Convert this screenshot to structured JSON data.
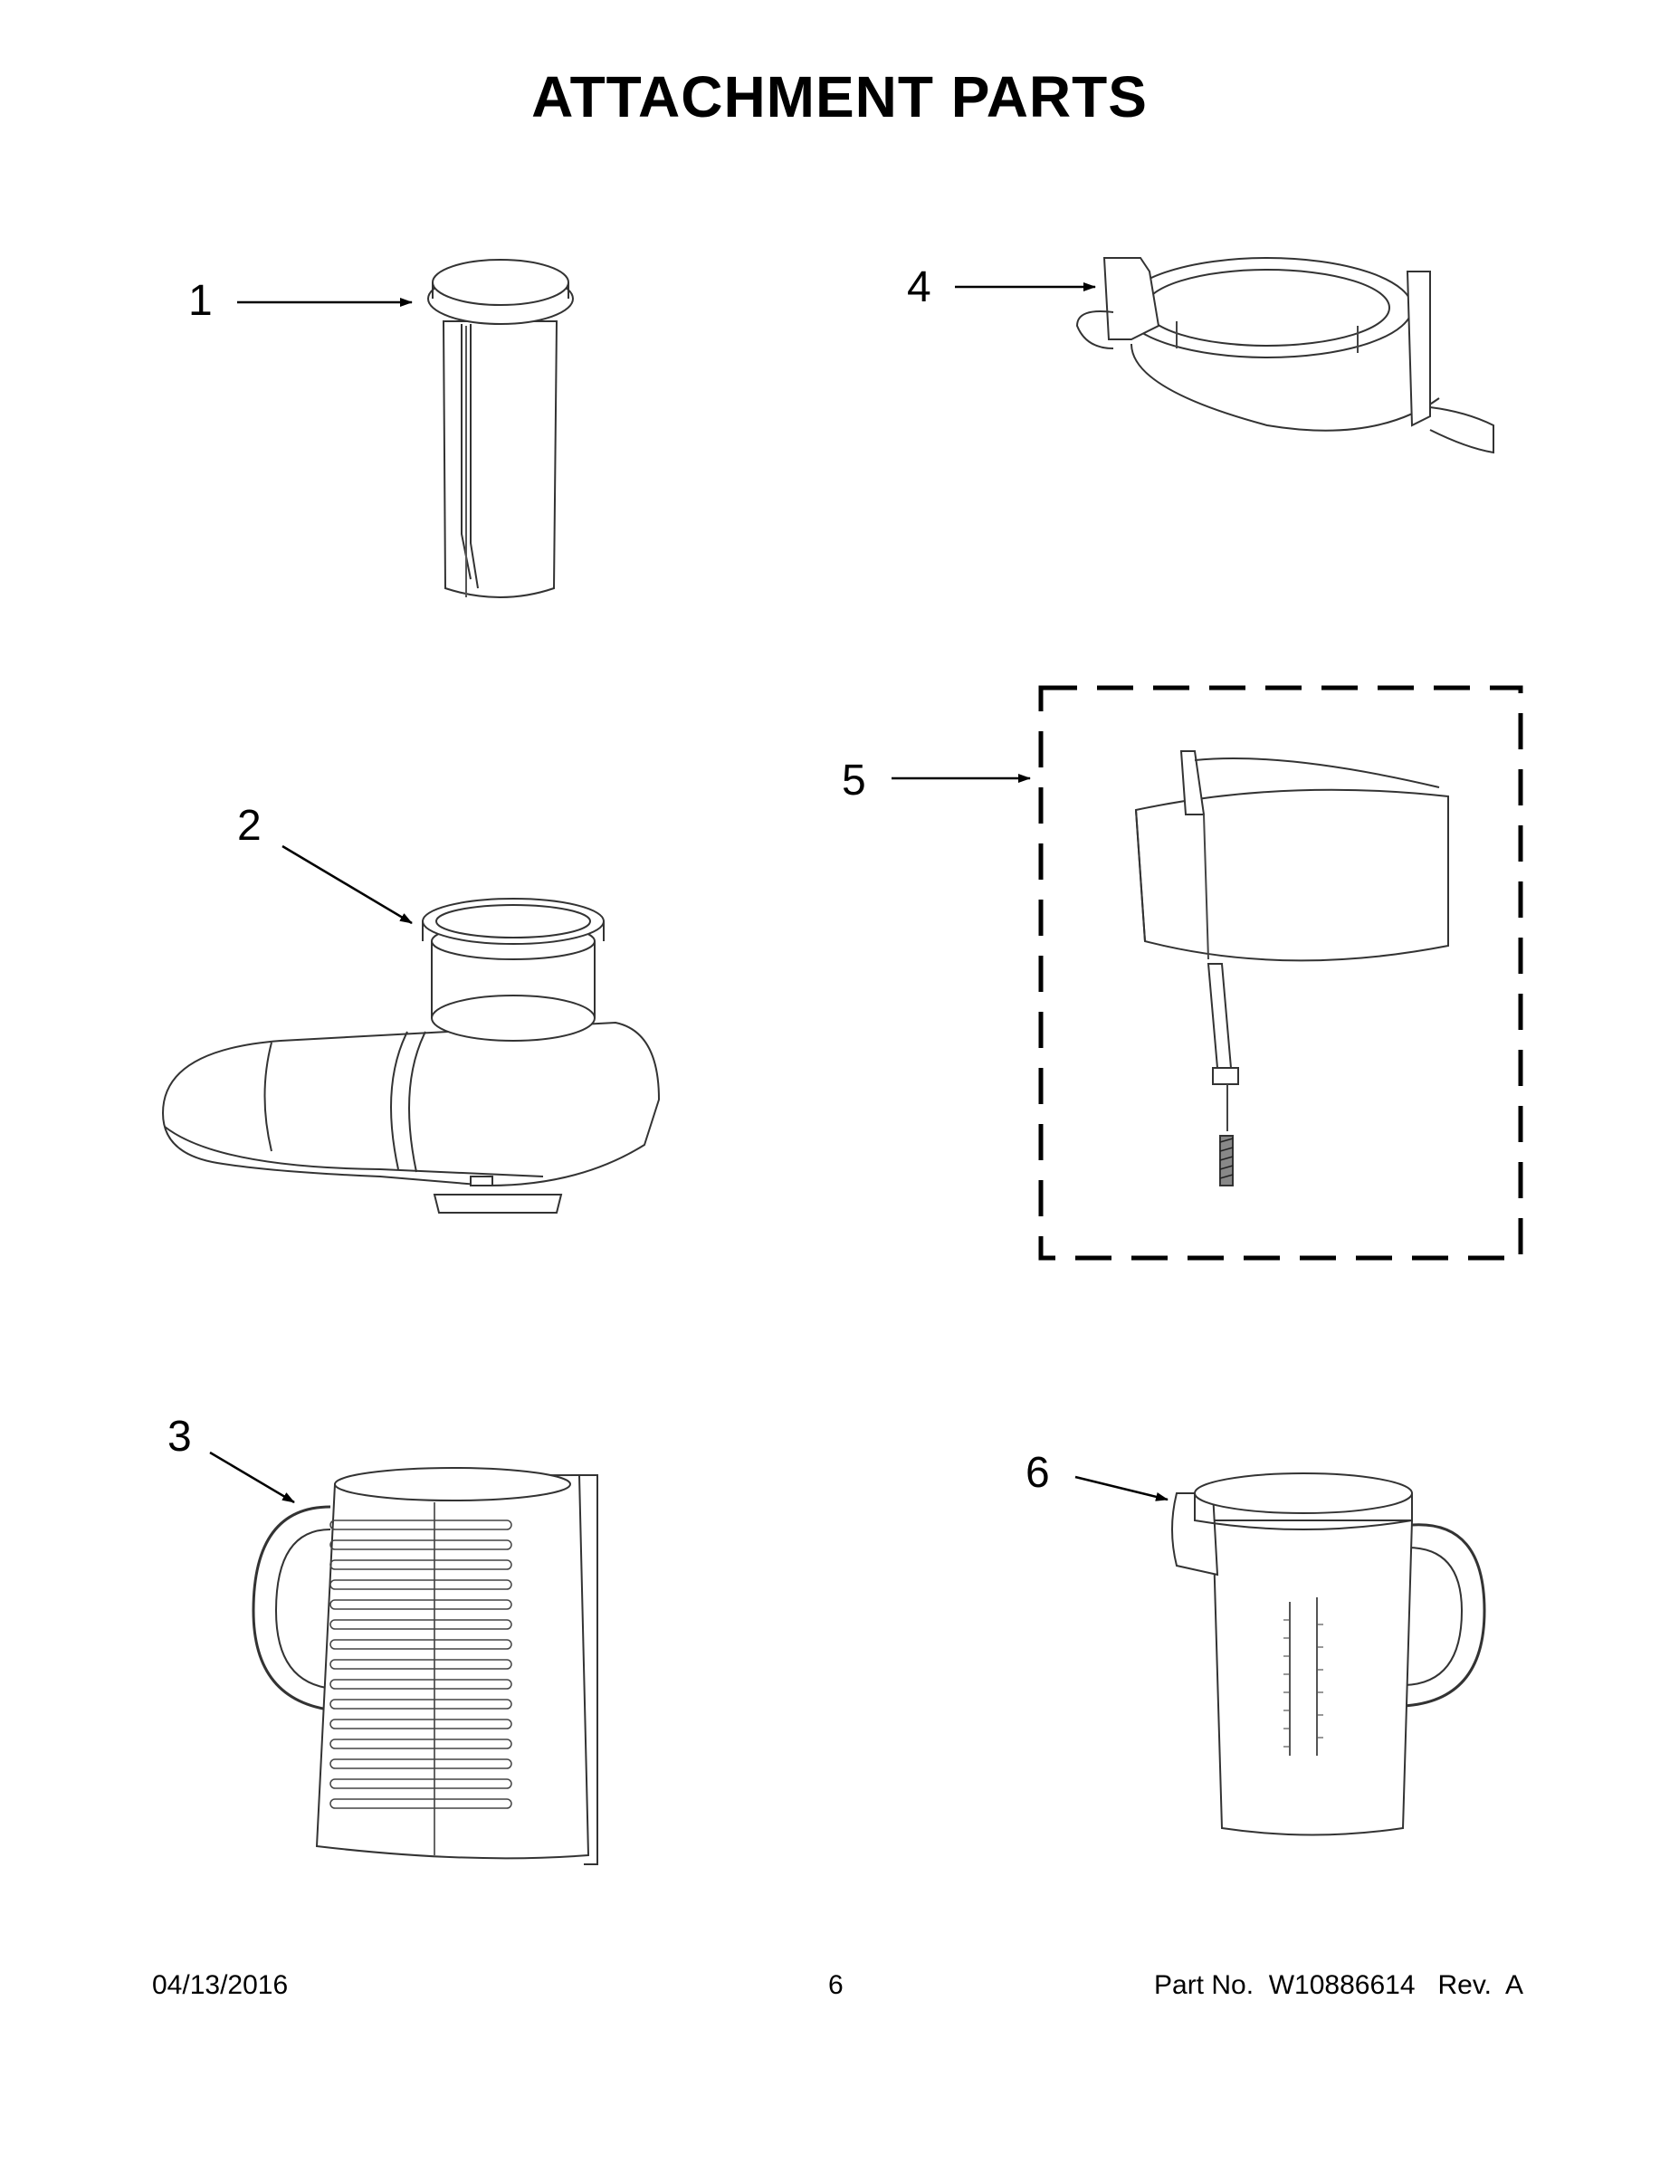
{
  "page": {
    "title": "ATTACHMENT PARTS"
  },
  "callouts": [
    "1",
    "2",
    "3",
    "4",
    "5",
    "6"
  ],
  "footer": {
    "date": "04/13/2016",
    "page_number": "6",
    "part_info": "Part No.  W10886614   Rev.  A"
  }
}
